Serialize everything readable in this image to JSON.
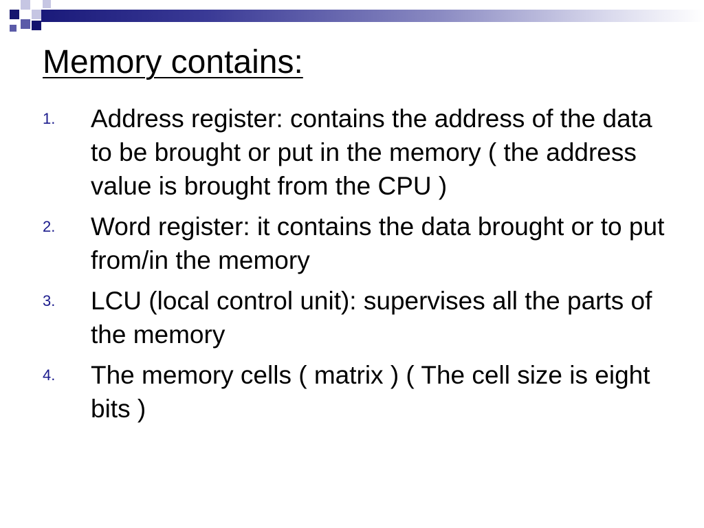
{
  "slide": {
    "title": "Memory contains:",
    "items": [
      {
        "number": "1.",
        "text": "Address register: contains the address of the data to be brought or put in the memory ( the address value is brought from the CPU )"
      },
      {
        "number": "2.",
        "text": "Word register: it contains the data brought or to put from/in the memory"
      },
      {
        "number": "3.",
        "text": "LCU (local control unit): supervises all the parts of the memory"
      },
      {
        "number": "4.",
        "text": "The memory cells ( matrix ) ( The cell size is eight bits )"
      }
    ]
  },
  "colors": {
    "number_color": "#1a1a8c",
    "header_dark": "#14146e",
    "header_mid": "#5b5ba8",
    "header_pale": "#c6c6e3"
  }
}
